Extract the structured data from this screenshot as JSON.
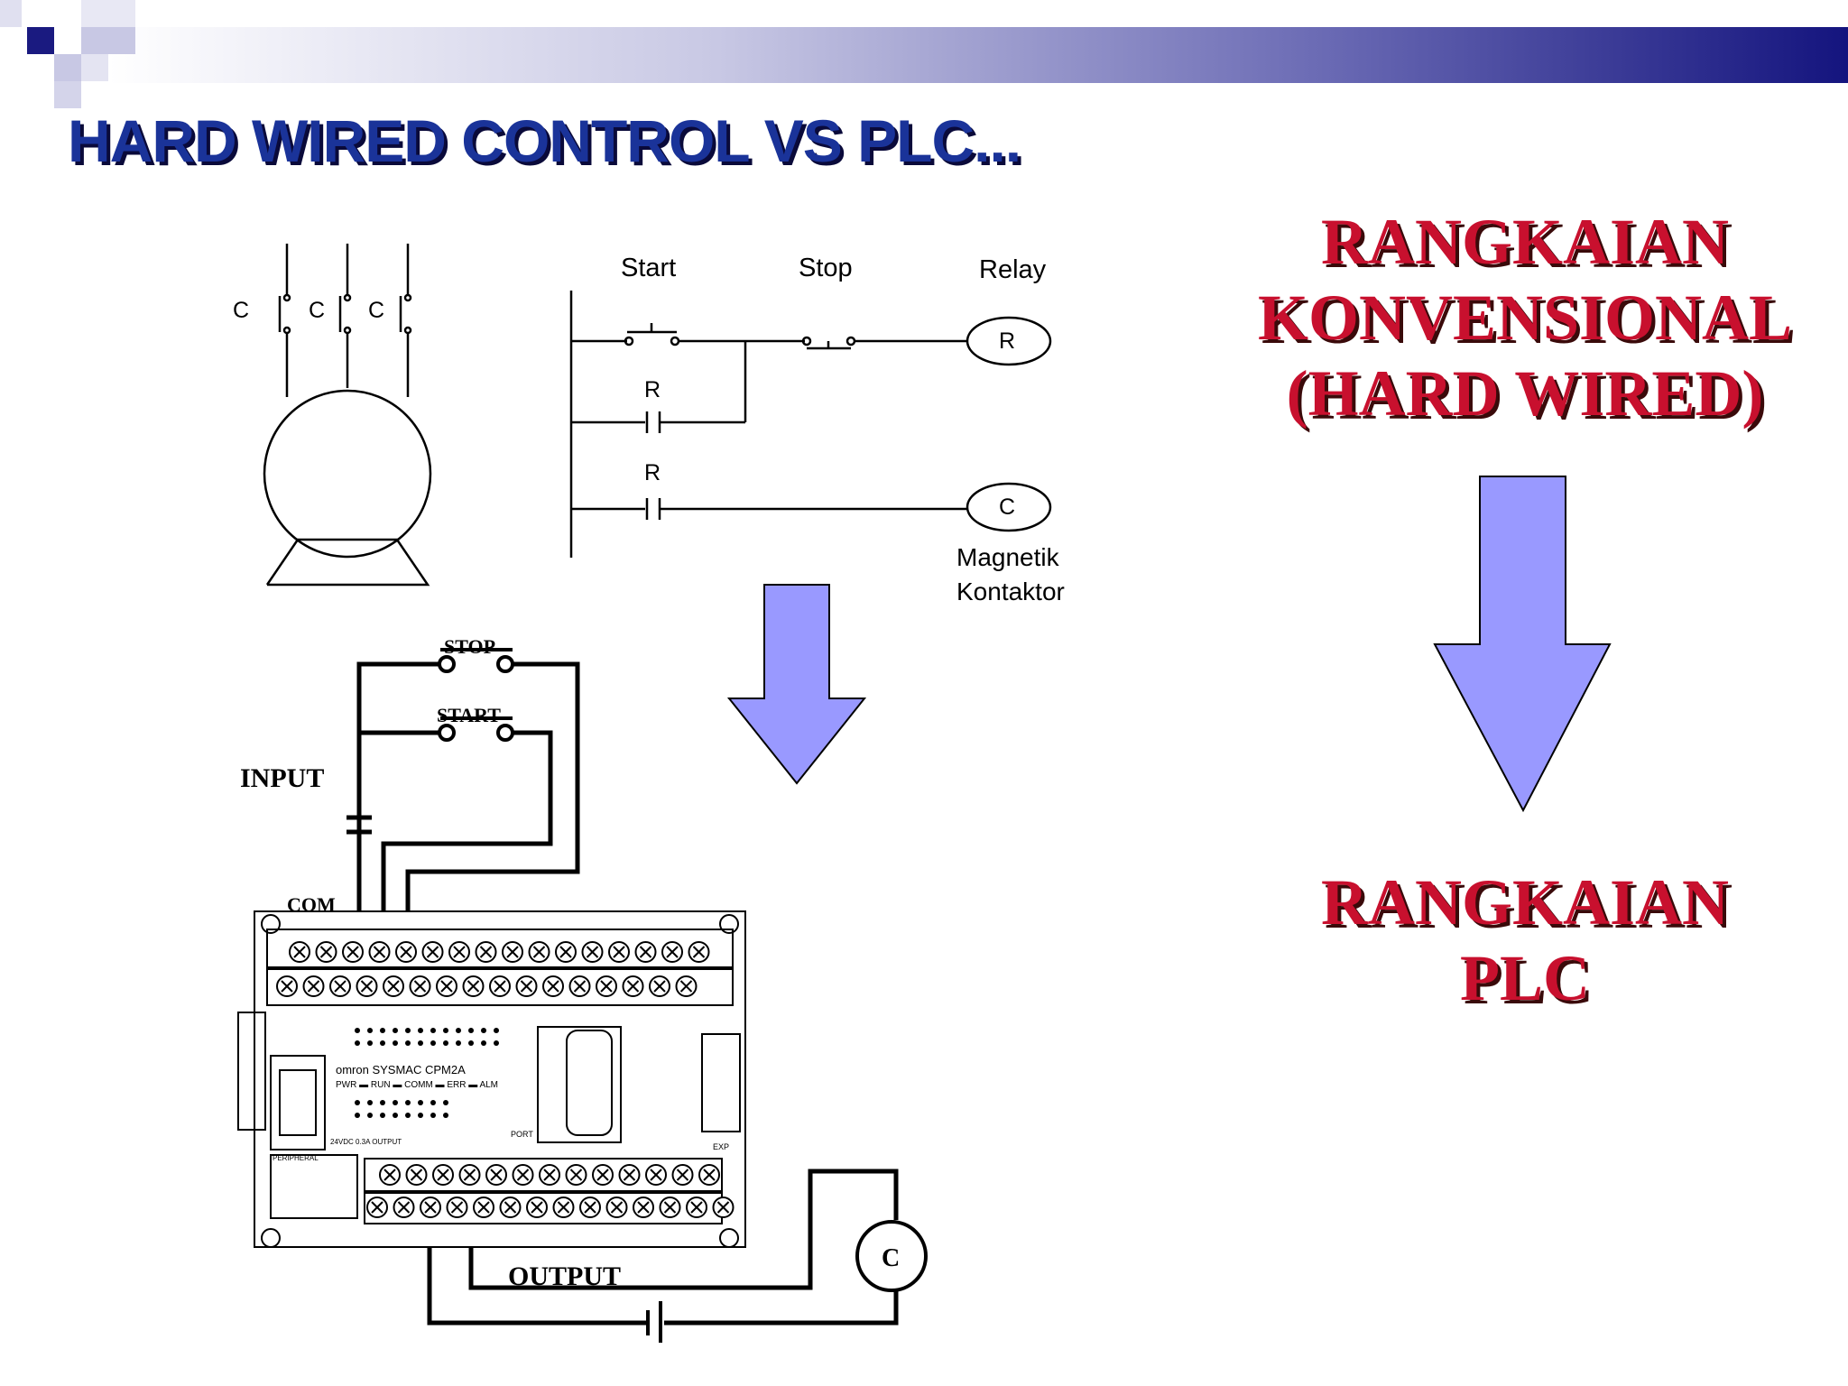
{
  "slide": {
    "title": "HARD WIRED CONTROL VS PLC...",
    "right_panel": {
      "top_label_lines": [
        "RANGKAIAN",
        "KONVENSIONAL",
        "(HARD WIRED)"
      ],
      "bottom_label_lines": [
        "RANGKAIAN",
        "PLC"
      ]
    }
  },
  "motor_diagram": {
    "contact_labels": [
      "C",
      "C",
      "C"
    ]
  },
  "ladder_diagram": {
    "start_label": "Start",
    "stop_label": "Stop",
    "relay_label": "Relay",
    "relay_coil": "R",
    "holding_contact": "R",
    "output_contact": "R",
    "contactor_coil": "C",
    "contactor_caption_line1": "Magnetik",
    "contactor_caption_line2": "Kontaktor"
  },
  "plc_wiring": {
    "stop_label": "STOP",
    "start_label": "START",
    "input_label": "INPUT",
    "com_label": "COM",
    "output_label": "OUTPUT",
    "coil_label": "C",
    "brand_text": "omron SYSMAC CPM2A",
    "status_text": "PWR ▬ RUN ▬ COMM ▬ ERR ▬ ALM",
    "port_text": "PORT",
    "peripheral_text": "PERIPHERAL",
    "exp_text": "EXP",
    "supply_text": "24VDC 0.3A OUTPUT"
  },
  "colors": {
    "title": "#1a3399",
    "red_label": "#c8102e",
    "arrow_fill": "#9999ff",
    "header_dark": "#1a1a80"
  }
}
